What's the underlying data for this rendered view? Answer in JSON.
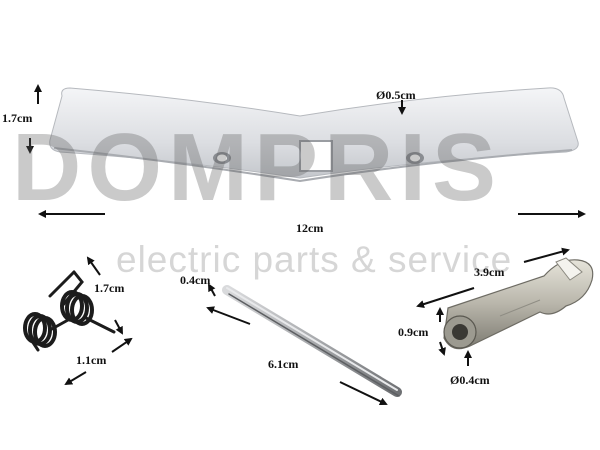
{
  "watermark": {
    "brand": "DOMPRIS",
    "tagline": "electric parts & service"
  },
  "dimensions": {
    "bar_height": "1.7cm",
    "bar_hole": "Ø0.5cm",
    "bar_length": "12cm",
    "spring_height": "1.7cm",
    "spring_width": "1.1cm",
    "pin_diameter": "0.4cm",
    "pin_length": "6.1cm",
    "hook_length": "3.9cm",
    "hook_height": "0.9cm",
    "hook_hole": "Ø0.4cm"
  }
}
